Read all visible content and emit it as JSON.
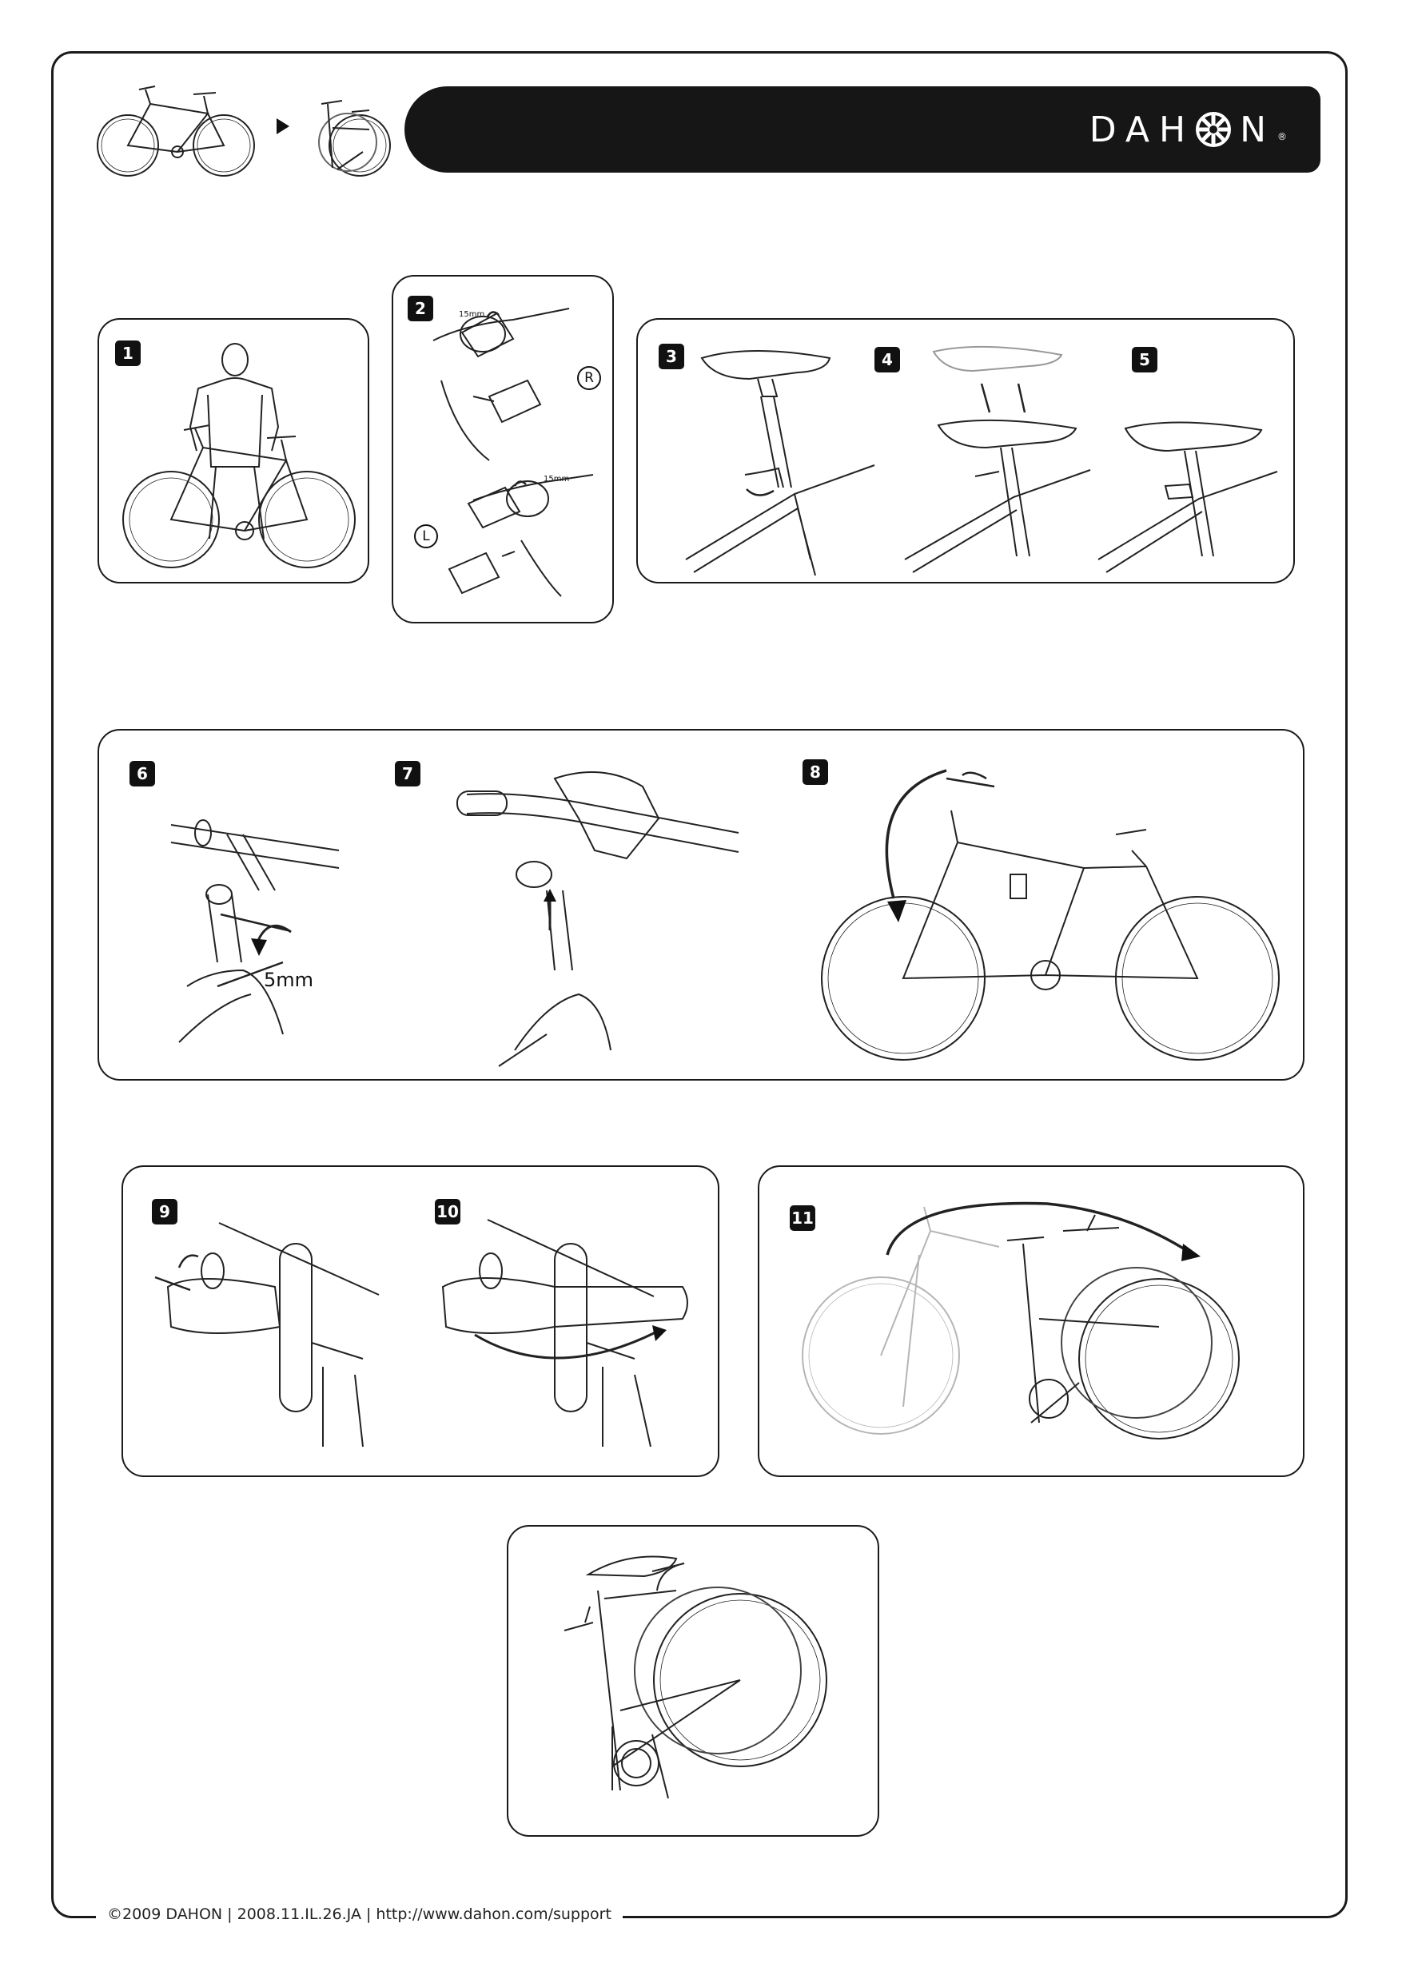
{
  "brand": {
    "logo_text_left": "DAH",
    "logo_text_right": "N",
    "registered": "®"
  },
  "steps": [
    {
      "number": "1"
    },
    {
      "number": "2",
      "labels": {
        "wrench_size_top": "15mm",
        "wrench_size_bottom": "15mm",
        "right_side": "R",
        "left_side": "L"
      }
    },
    {
      "number": "3"
    },
    {
      "number": "4"
    },
    {
      "number": "5"
    },
    {
      "number": "6",
      "labels": {
        "allen_key_size": "5mm"
      }
    },
    {
      "number": "7"
    },
    {
      "number": "8"
    },
    {
      "number": "9"
    },
    {
      "number": "10"
    },
    {
      "number": "11"
    }
  ],
  "footer": {
    "text": "©2009 DAHON  |  2008.11.IL.26.JA  |  http://www.dahon.com/support"
  },
  "colors": {
    "ink": "#161616",
    "paper": "#ffffff",
    "ghost": "#b5b5b5"
  }
}
